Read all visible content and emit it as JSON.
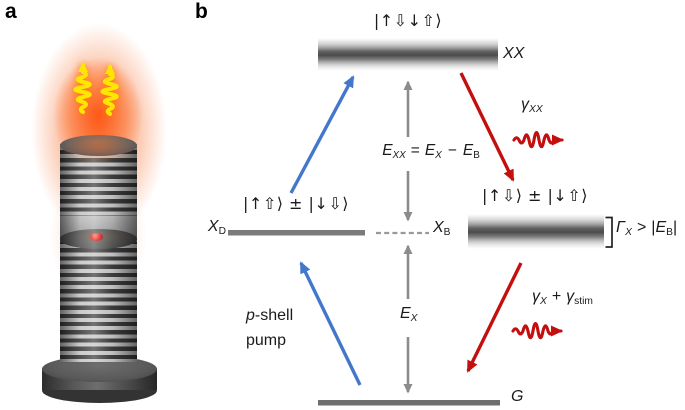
{
  "figure": {
    "panel_a_label": "a",
    "panel_b_label": "b"
  },
  "diagram": {
    "ket_xx": "|↑⇩↓⇧⟩",
    "xx_label": "XX",
    "ket_xd": "|↑⇧⟩ ± |↓⇩⟩",
    "ket_x": "|↑⇩⟩ ± |↓⇧⟩",
    "g_label": "G",
    "xd": {
      "base": "X",
      "sub": "D"
    },
    "xb": {
      "base": "X",
      "sub": "B"
    },
    "equation": {
      "lhs_base": "E",
      "lhs_sub": "XX",
      "equals": "=",
      "a_base": "E",
      "a_sub": "X",
      "minus": "−",
      "b_base": "E",
      "b_sub": "B"
    },
    "ex": {
      "base": "E",
      "sub": "X"
    },
    "gamma_xx": {
      "base": "γ",
      "sub": "XX"
    },
    "gamma_x": {
      "a_base": "γ",
      "a_sub": "X",
      "plus": "+",
      "b_base": "γ",
      "b_sub": "stim"
    },
    "broadening": {
      "gamma_base": "Γ",
      "gamma_sub": "X",
      "gt": ">",
      "lbar": "|",
      "e_base": "E",
      "e_sub": "B",
      "rbar": "|"
    },
    "pump": {
      "p": "p",
      "shell": "-shell",
      "line2": "pump"
    }
  },
  "colors": {
    "pump_blue": "#4377cc",
    "emission_red": "#c40f0f",
    "level_gray": "#8c8c8c",
    "glow_orange": "#f4601e",
    "photon_yellow": "#ffe600",
    "qd_red": "#e01212"
  }
}
